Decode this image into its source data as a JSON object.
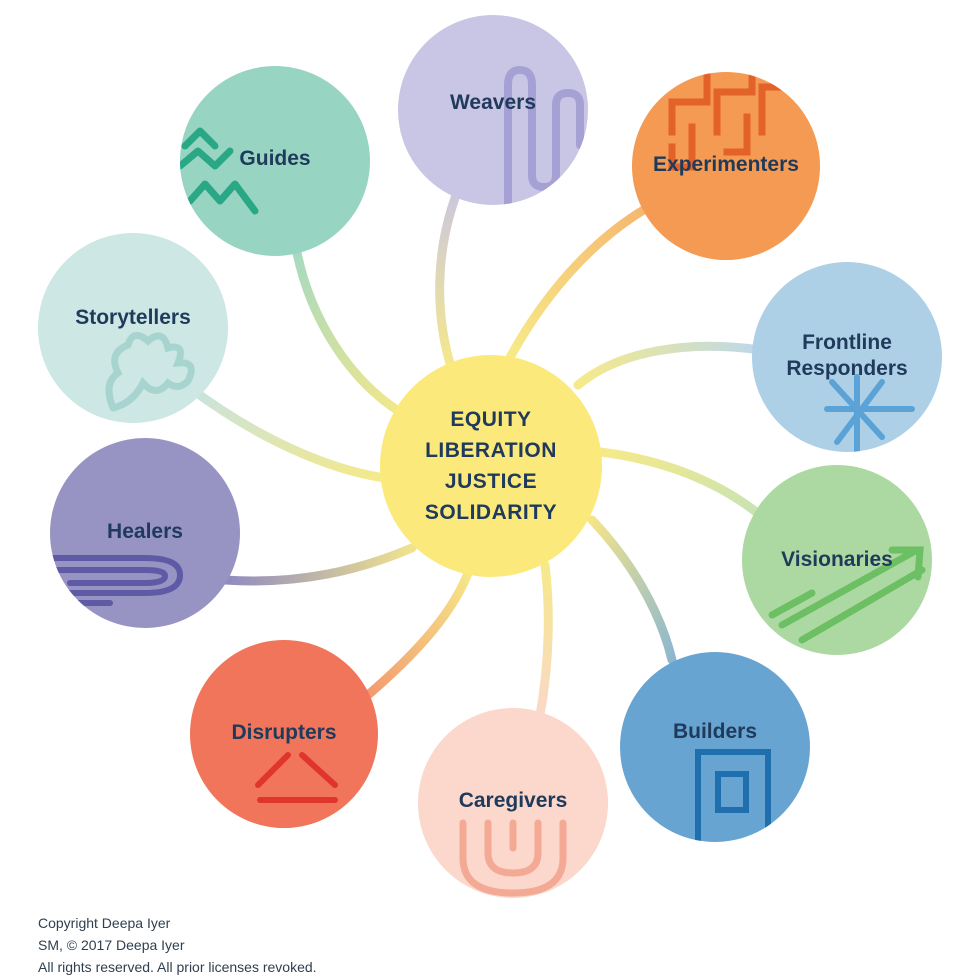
{
  "hub": {
    "lines": [
      "EQUITY",
      "LIBERATION",
      "JUSTICE",
      "SOLIDARITY"
    ],
    "color": "#fbe97c"
  },
  "roles": [
    {
      "id": "weavers",
      "label": "Weavers",
      "color": "#c9c5e4",
      "motif_color": "#9e97cf",
      "icon": "loop-motif"
    },
    {
      "id": "experimenters",
      "label": "Experimenters",
      "color": "#f49a52",
      "motif_color": "#e2622a",
      "icon": "square-spiral-motif"
    },
    {
      "id": "frontline-responders",
      "label": "Frontline\nResponders",
      "color": "#add0e7",
      "motif_color": "#5ba3d6",
      "icon": "asterisk-motif"
    },
    {
      "id": "visionaries",
      "label": "Visionaries",
      "color": "#acd8a1",
      "motif_color": "#6cbf63",
      "icon": "arrow-motif"
    },
    {
      "id": "builders",
      "label": "Builders",
      "color": "#68a4d1",
      "motif_color": "#1f6fae",
      "icon": "nested-squares-motif"
    },
    {
      "id": "caregivers",
      "label": "Caregivers",
      "color": "#fbd7cc",
      "motif_color": "#f4a994",
      "icon": "arch-motif"
    },
    {
      "id": "disrupters",
      "label": "Disrupters",
      "color": "#f0755a",
      "motif_color": "#e0352c",
      "icon": "triangle-motif"
    },
    {
      "id": "healers",
      "label": "Healers",
      "color": "#9794c4",
      "motif_color": "#5f5aa6",
      "icon": "loop-lines-motif"
    },
    {
      "id": "storytellers",
      "label": "Storytellers",
      "color": "#cce7e4",
      "motif_color": "#a8d4cf",
      "icon": "squiggle-motif"
    },
    {
      "id": "guides",
      "label": "Guides",
      "color": "#97d5c2",
      "motif_color": "#2aa886",
      "icon": "zigzag-motif"
    }
  ],
  "copyright": {
    "lines": [
      "Copyright Deepa Iyer",
      "SM, © 2017 Deepa Iyer",
      "All rights reserved. All prior licenses revoked."
    ]
  }
}
